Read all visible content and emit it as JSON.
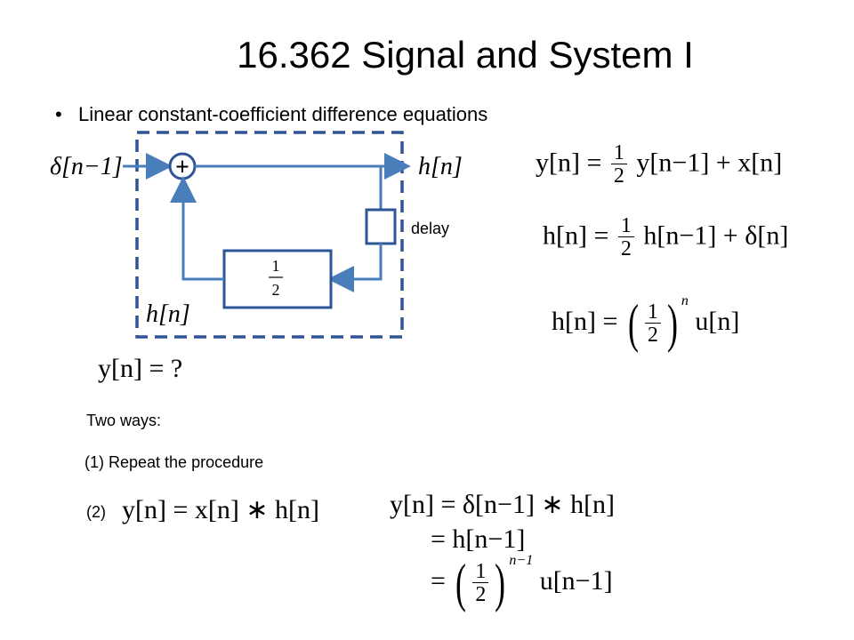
{
  "title": "16.362 Signal and System I",
  "bullet": {
    "symbol": "•",
    "text": "Linear constant-coefficient difference equations"
  },
  "diagram": {
    "input_label": "δ[n−1]",
    "output_label": "h[n]",
    "feedback_label": "h[n]",
    "adder_symbol": "+",
    "delay_label": "delay",
    "gain_num": "1",
    "gain_den": "2",
    "colors": {
      "signal": "#4a7ebb",
      "boundary": "#2f5597"
    }
  },
  "question": "y[n] = ?",
  "two_ways": "Two ways:",
  "method1": "(1) Repeat the procedure",
  "method2_label": "(2)",
  "method2_eq": "y[n] = x[n] ∗ h[n]",
  "equations_right": {
    "eq1": {
      "lhs": "y[n] =",
      "num": "1",
      "den": "2",
      "rhs": "y[n−1] + x[n]"
    },
    "eq2": {
      "lhs": "h[n] =",
      "num": "1",
      "den": "2",
      "rhs": "h[n−1] + δ[n]"
    },
    "eq3": {
      "lhs": "h[n] =",
      "num": "1",
      "den": "2",
      "exp": "n",
      "rhs": "u[n]"
    }
  },
  "result": {
    "line1": "y[n] = δ[n−1] ∗ h[n]",
    "line2": "= h[n−1]",
    "line3_eq": "=",
    "line3_num": "1",
    "line3_den": "2",
    "line3_exp": "n−1",
    "line3_rhs": "u[n−1]"
  }
}
